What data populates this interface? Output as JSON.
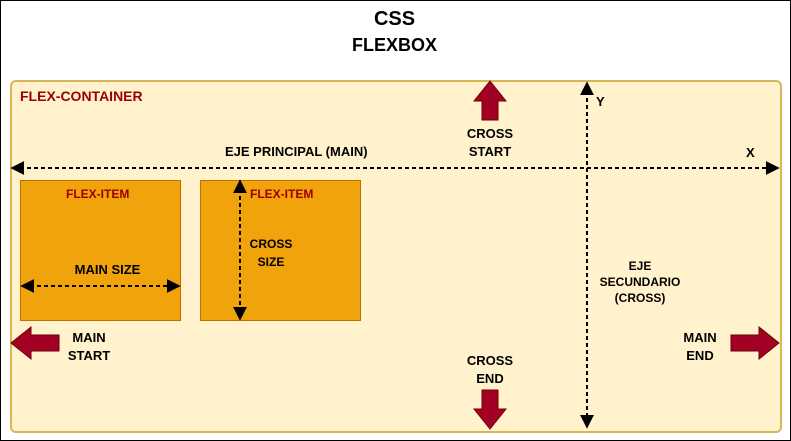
{
  "title": {
    "line1": "CSS",
    "line2": "FLEXBOX"
  },
  "container": {
    "label": "FLEX-CONTAINER"
  },
  "items": [
    {
      "label": "FLEX-ITEM",
      "dimension_label": "MAIN SIZE"
    },
    {
      "label": "FLEX-ITEM",
      "dimension_label_lines": [
        "CROSS",
        "SIZE"
      ]
    }
  ],
  "axes": {
    "main_label": "EJE PRINCIPAL (MAIN)",
    "x_label": "X",
    "y_label": "Y",
    "secondary_label_lines": [
      "EJE",
      "SECUNDARIO",
      "(CROSS)"
    ]
  },
  "directions": {
    "cross_start_lines": [
      "CROSS",
      "START"
    ],
    "cross_end_lines": [
      "CROSS",
      "END"
    ],
    "main_start_lines": [
      "MAIN",
      "START"
    ],
    "main_end_lines": [
      "MAIN",
      "END"
    ]
  },
  "colors": {
    "container_fill": "#fff2cc",
    "container_border": "#d6b656",
    "item_fill": "#f0a30a",
    "label_red": "#990000",
    "arrow_fill": "#a20025"
  }
}
